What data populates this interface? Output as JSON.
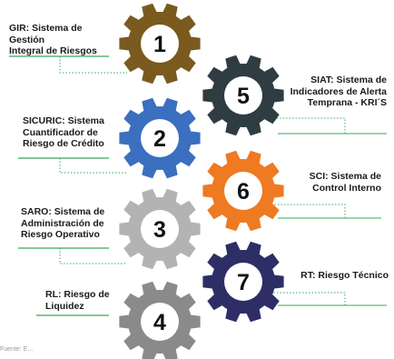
{
  "items": [
    {
      "number": "1",
      "label": "GIR: Sistema de Gestión\nIntegral de Riesgos",
      "color": "#7a5a1e",
      "side": "left"
    },
    {
      "number": "2",
      "label": "SICURIC: Sistema\nCuantificador de\nRiesgo de Crédito",
      "color": "#3b6fbf",
      "side": "left"
    },
    {
      "number": "3",
      "label": "SARO: Sistema de\nAdministración de\nRiesgo Operativo",
      "color": "#b3b3b3",
      "side": "left"
    },
    {
      "number": "4",
      "label": "RL: Riesgo de\nLiquidez",
      "color": "#8a8a8a",
      "side": "left"
    },
    {
      "number": "5",
      "label": "SIAT: Sistema de\nIndicadores de Alerta\nTemprana - KRI´S",
      "color": "#2f3c42",
      "side": "right"
    },
    {
      "number": "6",
      "label": "SCI: Sistema de\nControl Interno",
      "color": "#ee7a22",
      "side": "right"
    },
    {
      "number": "7",
      "label": "RT: Riesgo Técnico",
      "color": "#2e2e66",
      "side": "right"
    }
  ],
  "connector_color": "#3aa85a",
  "footer_text": "Fuente: E..."
}
